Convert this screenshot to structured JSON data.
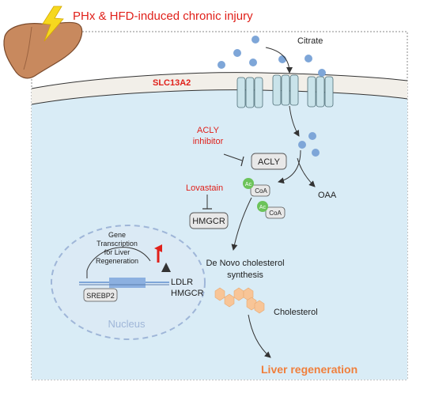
{
  "header": {
    "title": "PHx & HFD-induced chronic injury"
  },
  "membrane": {
    "transporter_label": "SLC13A2"
  },
  "metabolites": {
    "citrate": "Citrate",
    "oaa": "OAA",
    "cholesterol": "Cholesterol"
  },
  "enzymes": {
    "acly": "ACLY",
    "hmgcr": "HMGCR"
  },
  "inhibitors": {
    "acly_inhibitor_line1": "ACLY",
    "acly_inhibitor_line2": "inhibitor",
    "lovastain": "Lovastain"
  },
  "acetyl_coa": {
    "ac": "Ac",
    "coa": "CoA"
  },
  "pathway": {
    "synthesis_line1": "De Novo cholesterol",
    "synthesis_line2": "synthesis",
    "outcome": "Liver regeneration"
  },
  "nucleus": {
    "label": "Nucleus",
    "srebp2": "SREBP2",
    "gene_text_lines": [
      "Gene",
      "Transcription",
      "for Liver",
      "Regeneration"
    ],
    "target_genes": [
      "LDLR",
      "HMGCR"
    ]
  },
  "colors": {
    "inhibitor_red": "#e0201a",
    "outcome_orange": "#f07f3c",
    "membrane": "#f2efe9",
    "cytoplasm": "#d9ecf6",
    "citrate_dot": "#7ea6d8",
    "nucleus_label": "#9fb6d8",
    "cholesterol_dot": "#f8c597",
    "liver": "#c8895e"
  }
}
